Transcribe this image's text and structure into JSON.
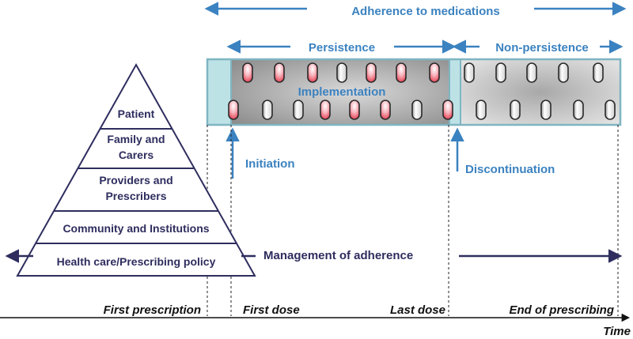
{
  "header": {
    "adherence": "Adherence to medications",
    "persistence": "Persistence",
    "non_persistence": "Non-persistence",
    "implementation": "Implementation"
  },
  "events": {
    "initiation": "Initiation",
    "discontinuation": "Discontinuation"
  },
  "pyramid": {
    "tiers": [
      {
        "lines": [
          "Patient"
        ]
      },
      {
        "lines": [
          "Family and",
          "Carers"
        ]
      },
      {
        "lines": [
          "Providers and",
          "Prescribers"
        ]
      },
      {
        "lines": [
          "Community and Institutions"
        ]
      },
      {
        "lines": [
          "Health care/Prescribing policy"
        ]
      }
    ]
  },
  "management": "Management of adherence",
  "timeline": {
    "axis_label": "Time",
    "milestones": [
      "First prescription",
      "First dose",
      "Last dose",
      "End of prescribing"
    ]
  },
  "colors": {
    "accent_blue": "#3b82c0",
    "navy": "#2e2d5e",
    "pill_red": "#e0253a",
    "box_border": "#7fb5c2",
    "box_fill_light": "#bde2e6"
  }
}
